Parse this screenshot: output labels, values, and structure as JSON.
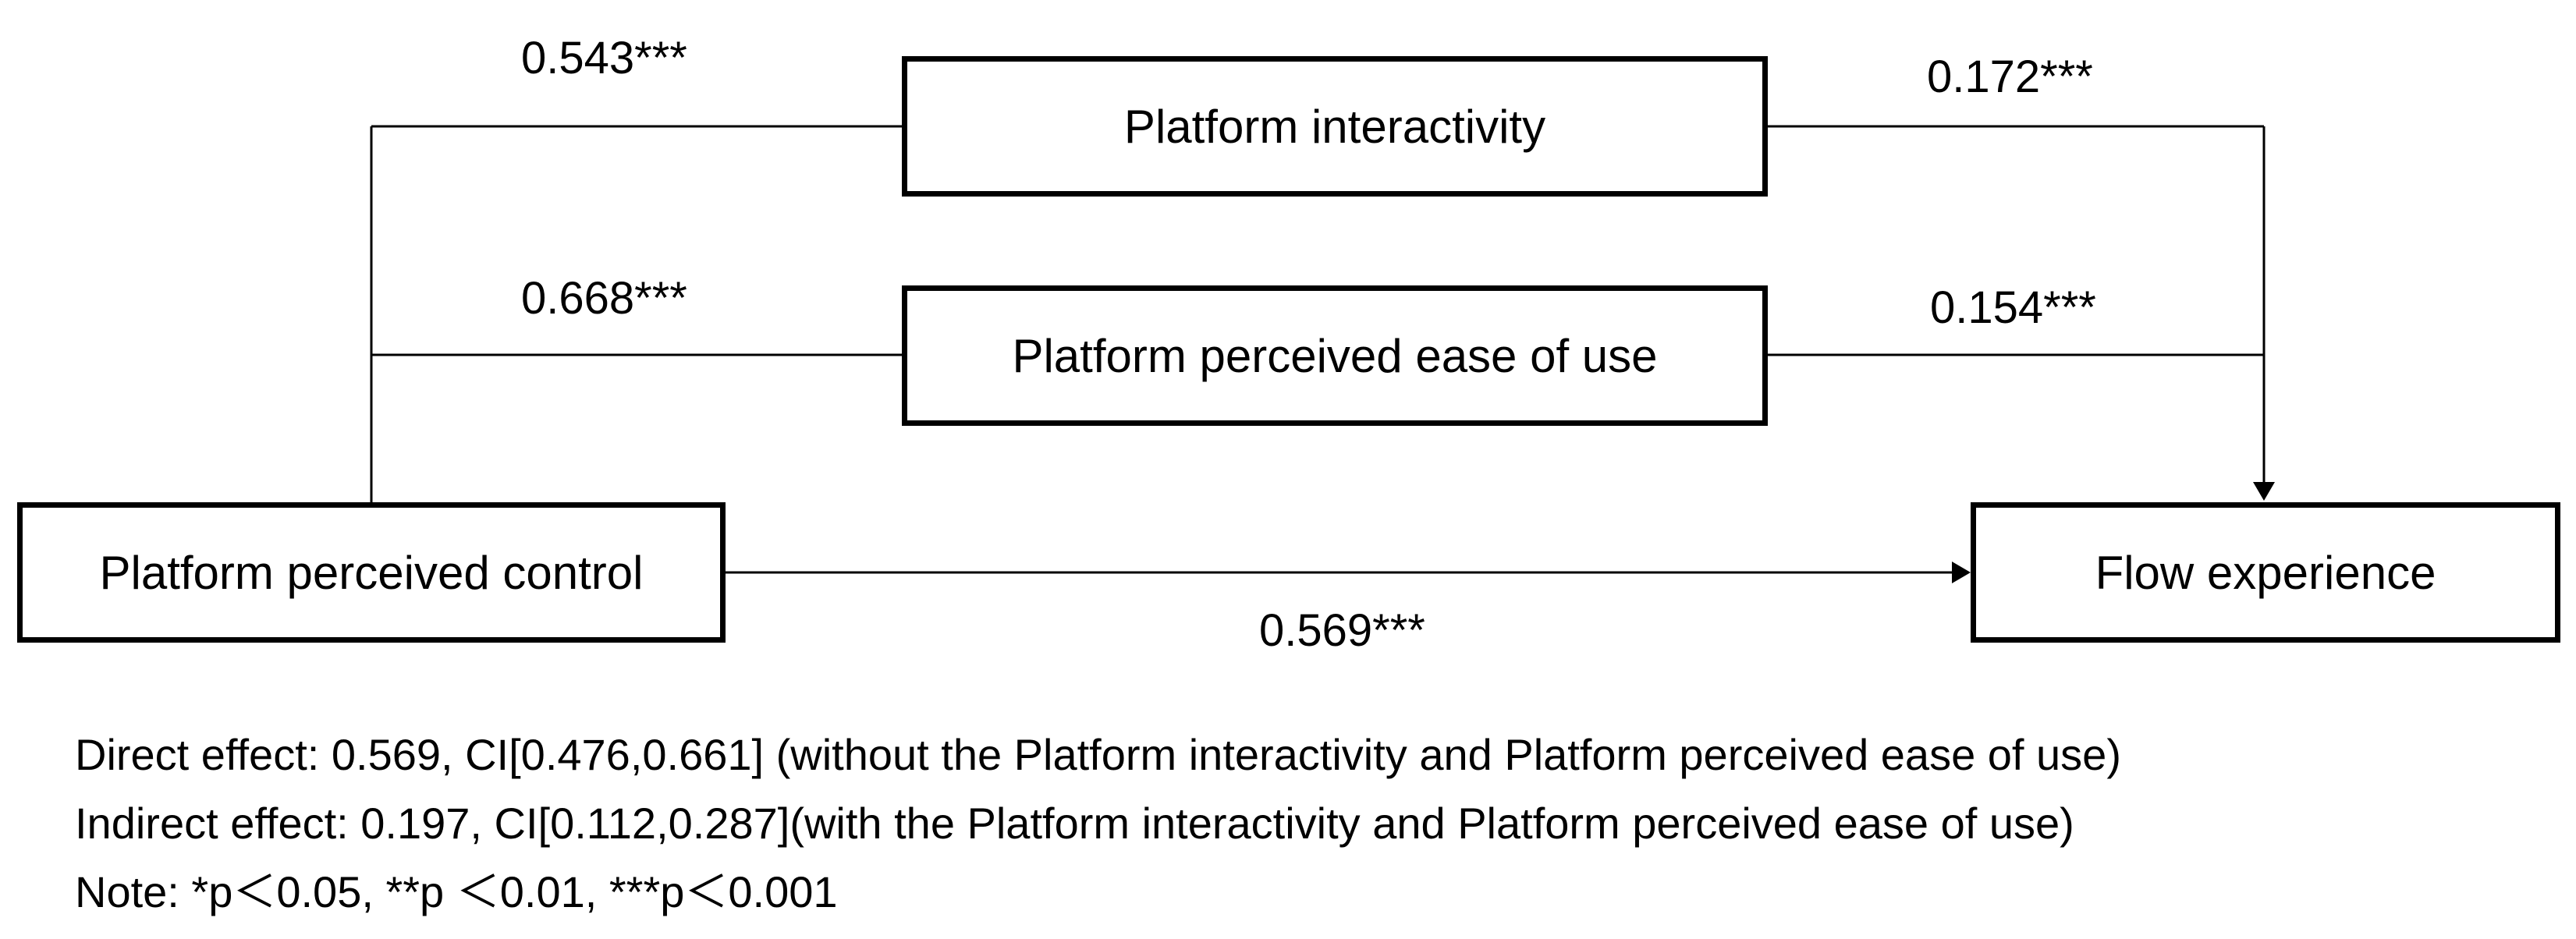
{
  "nodes": {
    "interactivity": "Platform interactivity",
    "ease_of_use": "Platform perceived ease of use",
    "control": "Platform perceived control",
    "flow": "Flow experience"
  },
  "paths": {
    "control_to_interactivity": "0.543***",
    "interactivity_to_flow": "0.172***",
    "control_to_ease": "0.668***",
    "ease_to_flow": "0.154***",
    "control_to_flow": "0.569***"
  },
  "notes": {
    "direct_effect": "Direct effect: 0.569, CI[0.476,0.661] (without the Platform interactivity and Platform perceived ease of use)",
    "indirect_effect": "Indirect effect: 0.197, CI[0.112,0.287](with the Platform interactivity and Platform perceived ease of use)",
    "significance": "Note: *p＜0.05, **p ＜0.01, ***p＜0.001"
  }
}
